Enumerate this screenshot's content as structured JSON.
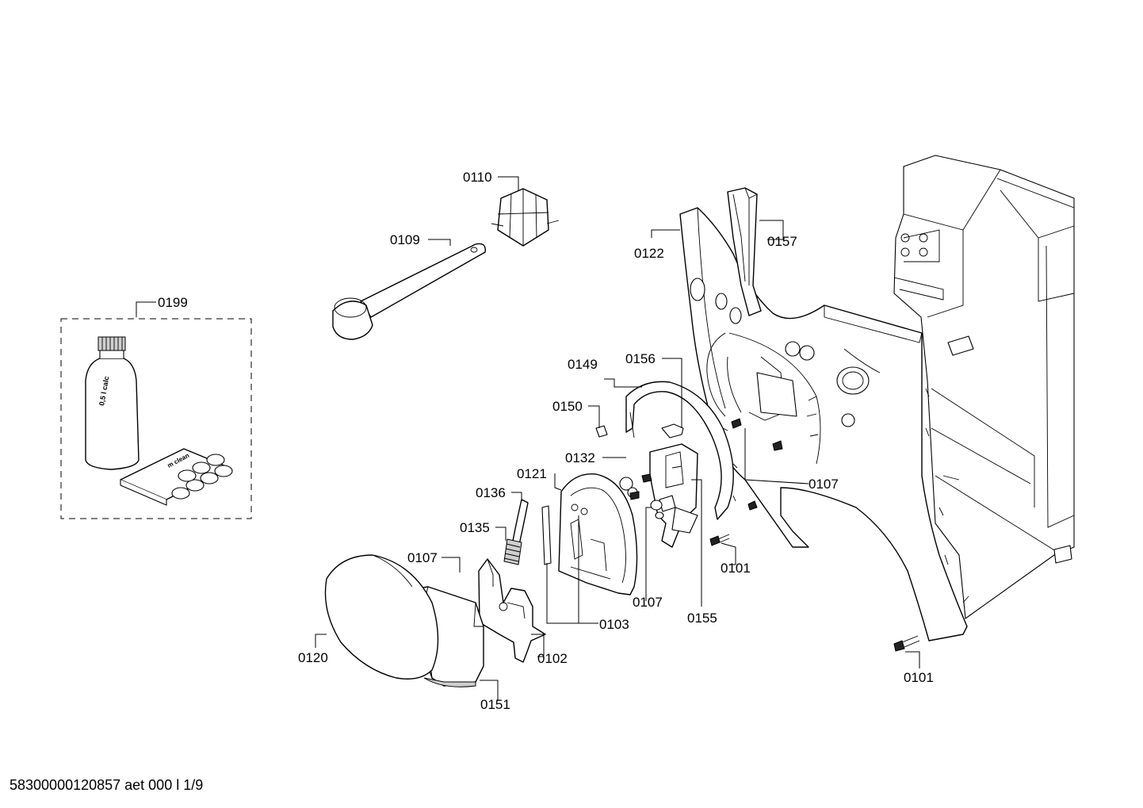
{
  "footer_text": "58300000120857 aet 000 l 1/9",
  "bottle_text": "0,5 l calc",
  "leaflet_text": "m clean",
  "parts": [
    "0110",
    "0109",
    "0199",
    "0122",
    "0157",
    "0149",
    "0156",
    "0150",
    "0132",
    "0121",
    "0136",
    "0135",
    "0107",
    "0120",
    "0102",
    "0151",
    "0103",
    "0155",
    "0101"
  ],
  "callouts": [
    {
      "id": "c-0110",
      "text": "0110"
    },
    {
      "id": "c-0109",
      "text": "0109"
    },
    {
      "id": "c-0199",
      "text": "0199"
    },
    {
      "id": "c-0122",
      "text": "0122"
    },
    {
      "id": "c-0157",
      "text": "0157"
    },
    {
      "id": "c-0149",
      "text": "0149"
    },
    {
      "id": "c-0156",
      "text": "0156"
    },
    {
      "id": "c-0150",
      "text": "0150"
    },
    {
      "id": "c-0132",
      "text": "0132"
    },
    {
      "id": "c-0107a",
      "text": "0107"
    },
    {
      "id": "c-0121",
      "text": "0121"
    },
    {
      "id": "c-0136",
      "text": "0136"
    },
    {
      "id": "c-0135",
      "text": "0135"
    },
    {
      "id": "c-0107b",
      "text": "0107"
    },
    {
      "id": "c-0101a",
      "text": "0101"
    },
    {
      "id": "c-0107c",
      "text": "0107"
    },
    {
      "id": "c-0155",
      "text": "0155"
    },
    {
      "id": "c-0103",
      "text": "0103"
    },
    {
      "id": "c-0120",
      "text": "0120"
    },
    {
      "id": "c-0102",
      "text": "0102"
    },
    {
      "id": "c-0151",
      "text": "0151"
    },
    {
      "id": "c-0101b",
      "text": "0101"
    }
  ]
}
